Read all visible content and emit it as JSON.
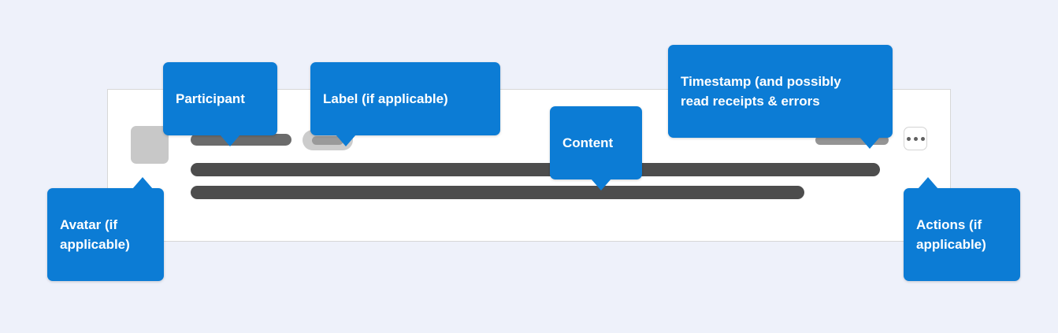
{
  "page": {
    "background_color": "#eef1fa",
    "accent_color": "#0c7cd5",
    "title": "Message anatomy diagram"
  },
  "card": {
    "background_color": "#ffffff",
    "border_color": "#d7d7d7",
    "avatar": {
      "icon": "avatar-placeholder",
      "color": "#c8c8c8"
    },
    "participant_placeholder": {
      "color": "#6b6b6b"
    },
    "label_placeholder": {
      "outer_color": "#cccccc",
      "inner_color": "#9a9a9a"
    },
    "timestamp_placeholder": {
      "color": "#949494"
    },
    "content_placeholders": [
      {
        "color": "#4d4d4d"
      },
      {
        "color": "#4d4d4d"
      }
    ],
    "actions_button": {
      "icon": "ellipsis-icon",
      "dots": 3,
      "dot_color": "#606060"
    }
  },
  "callouts": {
    "participant": {
      "label": "Participant",
      "points": "down"
    },
    "label": {
      "label": "Label (if applicable)",
      "points": "down"
    },
    "content": {
      "label": "Content",
      "points": "down"
    },
    "timestamp": {
      "label": "Timestamp (and possibly\nread receipts & errors",
      "points": "down"
    },
    "avatar": {
      "label": "Avatar (if\napplicable)",
      "points": "up"
    },
    "actions": {
      "label": "Actions (if\napplicable)",
      "points": "up"
    }
  }
}
